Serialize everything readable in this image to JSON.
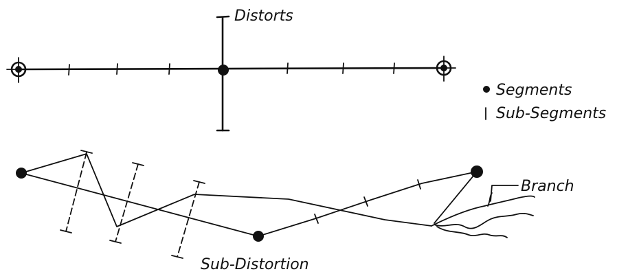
{
  "labels": {
    "distorts": "Distorts",
    "legend_segments": "Segments",
    "legend_sub_segments": "Sub-Segments",
    "branch": "Branch",
    "sub_distortion": "Sub-Distortion"
  },
  "legend": {
    "items": [
      {
        "icon": "filled-dot",
        "label": "Segments"
      },
      {
        "icon": "tick-mark",
        "label": "Sub-Segments"
      }
    ]
  },
  "colors": {
    "ink": "#111111",
    "background": "#ffffff"
  }
}
